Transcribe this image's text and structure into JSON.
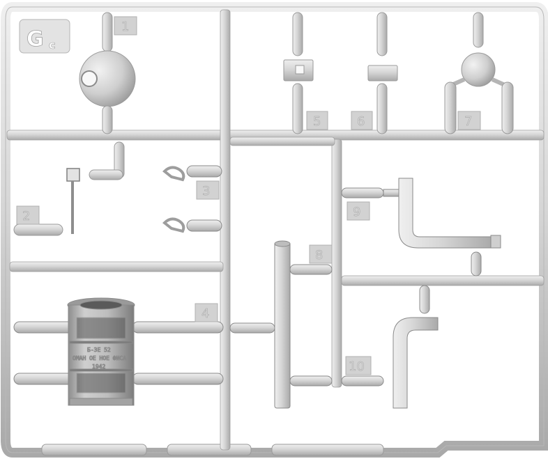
{
  "sprue": {
    "letter": "G",
    "sub": "c"
  },
  "part_numbers": [
    "1",
    "2",
    "3",
    "4",
    "5",
    "6",
    "7",
    "8",
    "9",
    "10"
  ],
  "drum_text": [
    "Б-3Е 52",
    "ОМАН ОЕ НОЕ ФИСА",
    "1942"
  ],
  "colors": {
    "plastic": "#d4d4d4",
    "plastic_shadow": "#a9a9a9",
    "plastic_light": "#ececec",
    "background": "#ffffff"
  }
}
